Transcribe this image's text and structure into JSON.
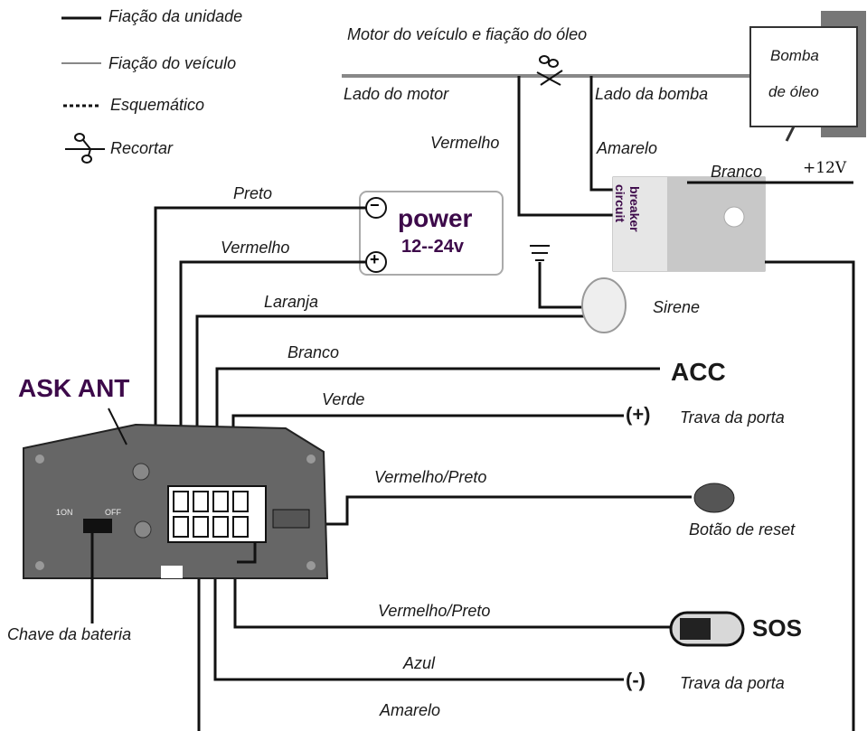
{
  "legend": {
    "unit_wiring": "Fiação da unidade",
    "vehicle_wiring": "Fiação do veículo",
    "schematic": "Esquemático",
    "cut": "Recortar"
  },
  "top": {
    "title": "Motor do veículo e fiação do óleo",
    "engine_side": "Lado do motor",
    "pump_side": "Lado da bomba",
    "pump_box": [
      "Bomba",
      "de óleo"
    ],
    "red": "Vermelho",
    "yellow": "Amarelo",
    "white": "Branco",
    "plus12v": "+12V",
    "breaker": [
      "circuit",
      "breaker"
    ]
  },
  "power": {
    "label": "power",
    "voltage": "12--24v",
    "minus": "−",
    "plus": "+"
  },
  "wires": {
    "black": "Preto",
    "red": "Vermelho",
    "orange": "Laranja",
    "white": "Branco",
    "green": "Verde",
    "red_black_1": "Vermelho/Preto",
    "red_black_2": "Vermelho/Preto",
    "blue": "Azul",
    "yellow": "Amarelo"
  },
  "outputs": {
    "siren": "Sirene",
    "acc": "ACC",
    "door_lock_plus_sign": "(+)",
    "door_lock_plus": "Trava da porta",
    "reset": "Botão de reset",
    "sos": "SOS",
    "door_lock_minus_sign": "(-)",
    "door_lock_minus": "Trava da porta"
  },
  "device": {
    "antenna": "ASK ANT",
    "switch_on": "1ON",
    "switch_off": "OFF",
    "battery_key": "Chave da bateria"
  }
}
